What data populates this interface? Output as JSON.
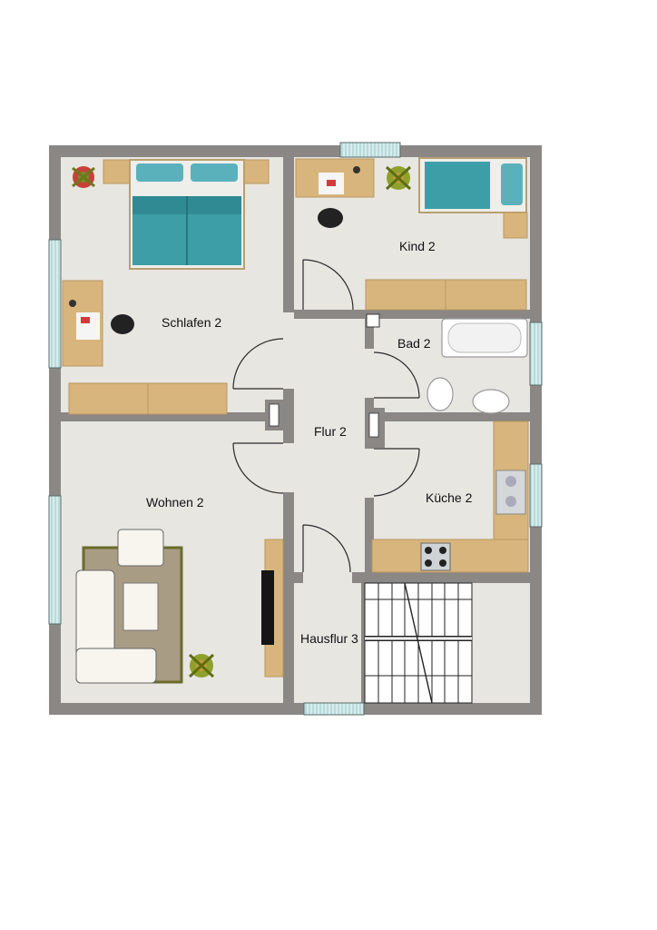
{
  "rooms": {
    "schlafen": "Schlafen 2",
    "kind": "Kind 2",
    "bad": "Bad 2",
    "flur": "Flur 2",
    "wohnen": "Wohnen 2",
    "kueche": "Küche 2",
    "hausflur": "Hausflur 3"
  },
  "colors": {
    "wall": "#8a8785",
    "floor": "#e8e6e1",
    "wood": "#d8b57c",
    "window": "#c9e4e4",
    "bed": "#3d9ea8",
    "rug": "#6a6c2a",
    "plant": "#7a8a2a"
  }
}
